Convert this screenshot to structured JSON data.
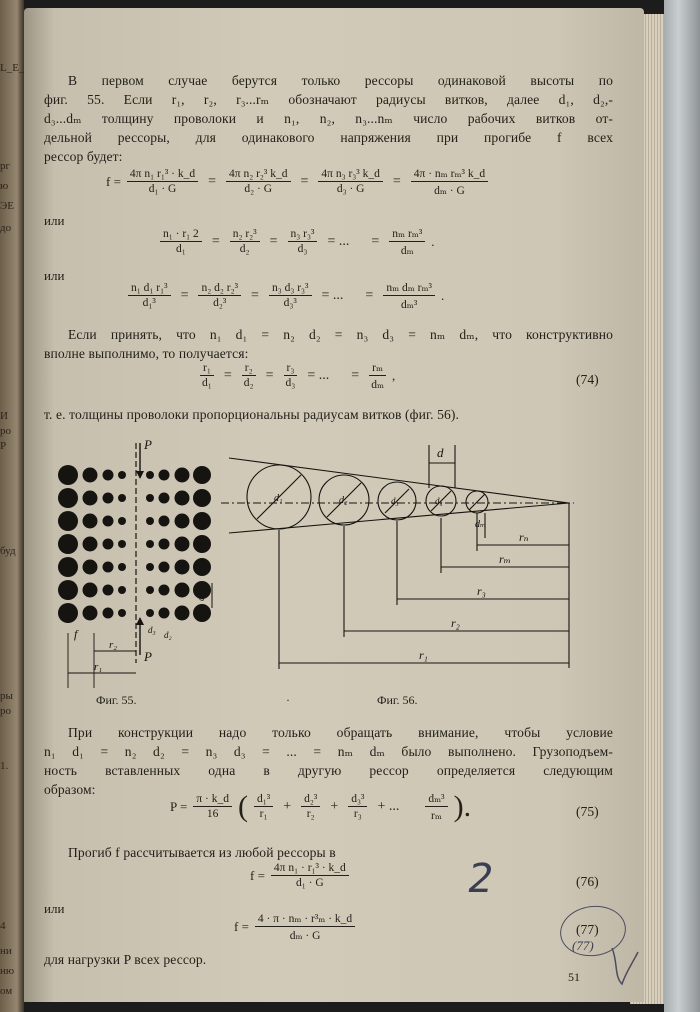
{
  "left_margin_fragments": [
    "L_E_",
    "рг",
    "ю",
    "ЭЕ",
    "до",
    "И",
    "ро",
    "Р",
    "буд",
    "ры",
    "ро",
    "1.",
    "4",
    "ни",
    "ню",
    "ом"
  ],
  "paragraphs": {
    "p1_l1": "В первом случае берутся только рессоры одинаковой высоты по",
    "p1_l2": "фиг. 55. Если r₁, r₂, r₃...rₘ обозначают радиусы витков, далее d₁, d₂,-",
    "p1_l3": "d₃...dₘ толщину проволоки и n₁, n₂, n₃...nₘ число рабочих витков от-",
    "p1_l4": "дельной рессоры, для одинакового напряжения при прогибе f всех",
    "p1_l5": "рессор будет:",
    "ili_1": "или",
    "ili_2": "или",
    "p2_l1": "Если принять, что n₁ d₁ = n₂ d₂ = n₃ d₃ = nₘ dₘ, что конструктивно",
    "p2_l2": "вполне выполнимо, то получается:",
    "p3": "т. е. толщины проволоки пропорциональны радиусам витков (фиг. 56).",
    "p4_l1": "При конструкции надо только обращать внимание, чтобы условие",
    "p4_l2": "n₁ d₁ = n₂ d₂ = n₃ d₃ = ... = nₘ dₘ было выполнено. Грузоподъем-",
    "p4_l3": "ность вставленных одна в другую рессор определяется следующим",
    "p4_l4": "образом:",
    "p5": "Прогиб f рассчитывается из любой рессоры в",
    "ili_3": "или",
    "p6": "для нагрузки P всех рессор."
  },
  "equations": {
    "eq1": {
      "lhs": "f =",
      "fracs": [
        {
          "num": "4π n₁ r₁³ · k_d",
          "den": "d₁ · G"
        },
        {
          "num": "4π n₂ r₂³ k_d",
          "den": "d₂ · G"
        },
        {
          "num": "4π n₃ r₃³ k_d",
          "den": "d₃ · G"
        },
        {
          "num": "4π · nₘ rₘ³ k_d",
          "den": "dₘ · G"
        }
      ],
      "ops": [
        "=",
        "=",
        "="
      ]
    },
    "eq2": {
      "fracs": [
        {
          "num": "n₁ · r₁ 2",
          "den": "d₁"
        },
        {
          "num": "n₂ r₂³",
          "den": "d₂"
        },
        {
          "num": "n₃ r₃³",
          "den": "d₃"
        },
        {
          "num": "nₘ rₘ³",
          "den": "dₘ"
        }
      ],
      "ops": [
        "=",
        "=",
        "= ...",
        "="
      ],
      "tail": "."
    },
    "eq3": {
      "fracs": [
        {
          "num": "n₁ d₁ r₁³",
          "den": "d₁³"
        },
        {
          "num": "n₂ d₂ r₂³",
          "den": "d₂³"
        },
        {
          "num": "n₃ d₃ r₃³",
          "den": "d₃³"
        },
        {
          "num": "nₘ dₘ rₘ³",
          "den": "dₘ³"
        }
      ],
      "ops": [
        "=",
        "=",
        "= ...",
        "="
      ],
      "tail": "."
    },
    "eq74": {
      "fracs": [
        {
          "num": "r₁",
          "den": "d₁"
        },
        {
          "num": "r₂",
          "den": "d₂"
        },
        {
          "num": "r₃",
          "den": "d₃"
        },
        {
          "num": "rₘ",
          "den": "dₘ"
        }
      ],
      "ops": [
        "=",
        "=",
        "= ...",
        "="
      ],
      "tail": ",",
      "number": "(74)"
    },
    "eq75": {
      "lhs": "P =",
      "coef": {
        "num": "π · k_d",
        "den": "16"
      },
      "open": "(",
      "fracs": [
        {
          "num": "d₁³",
          "den": "r₁"
        },
        {
          "num": "d₂³",
          "den": "r₂"
        },
        {
          "num": "d₃³",
          "den": "r₃"
        },
        {
          "num": "dₘ³",
          "den": "rₘ"
        }
      ],
      "ops": [
        "+",
        "+",
        "+ ...",
        ""
      ],
      "close": ").",
      "number": "(75)"
    },
    "eq76": {
      "lhs": "f =",
      "frac": {
        "num": "4π n₁ · r₁³ · k_d",
        "den": "d₁ · G"
      },
      "number": "(76)"
    },
    "eq77": {
      "lhs": "f =",
      "frac": {
        "num": "4 · π · nₘ · r³ₘ · k_d",
        "den": "dₘ · G"
      },
      "number": "(77)"
    }
  },
  "figures": {
    "fig55": {
      "caption": "Фиг. 55.",
      "labels": {
        "p_top": "P",
        "p_bottom": "P",
        "d1": "d₁",
        "d2": "d₂",
        "d3": "d₃",
        "r2": "r₂",
        "r1": "r₁",
        "f": "f"
      }
    },
    "fig56": {
      "caption": "Фиг. 56.",
      "labels": {
        "d": "d",
        "d1": "d₁",
        "d2": "d₂",
        "d3": "d₃",
        "d4": "d₄",
        "dm": "dₘ",
        "rn": "rₙ",
        "rm": "rₘ",
        "r3": "r₃",
        "r2": "r₂",
        "r1": "r₁"
      }
    },
    "dot_between": "·"
  },
  "page_number": "51",
  "handwritten": {
    "two": "2",
    "circled": "(77)"
  },
  "colors": {
    "paper": "#d2cab9",
    "ink": "#23201a",
    "pencil": "#3b3d52"
  }
}
